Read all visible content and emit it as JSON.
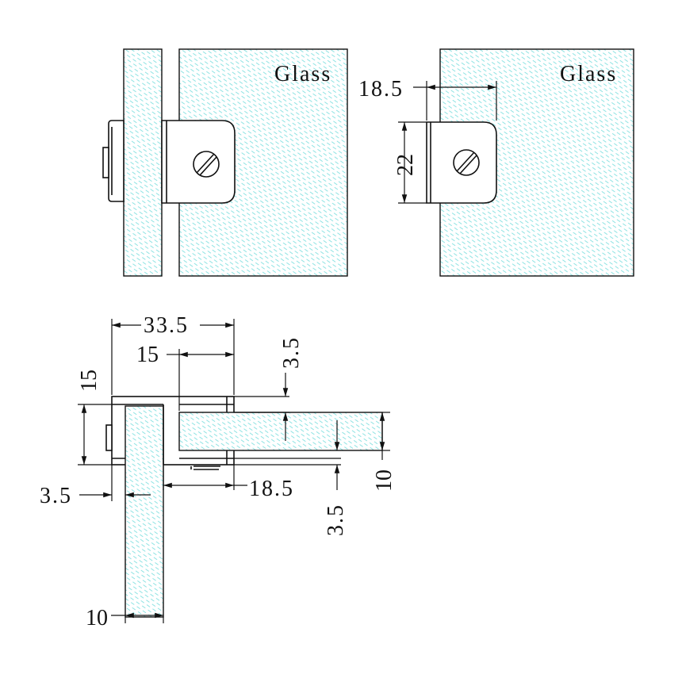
{
  "views": {
    "side": {
      "glass_label": "Glass"
    },
    "front": {
      "glass_label": "Glass",
      "dim_width": "18.5",
      "dim_height": "22"
    },
    "top": {
      "dim_overall": "33.5",
      "dim_pad": "15",
      "dim_cap_top": "3.5",
      "dim_height_left": "15",
      "dim_offset_left": "3.5",
      "dim_inner": "18.5",
      "dim_cap_bottom": "3.5",
      "dim_glass_right": "10",
      "dim_glass_bottom": "10"
    }
  },
  "colors": {
    "hatch": "#8fe3e3",
    "line": "#111111"
  }
}
